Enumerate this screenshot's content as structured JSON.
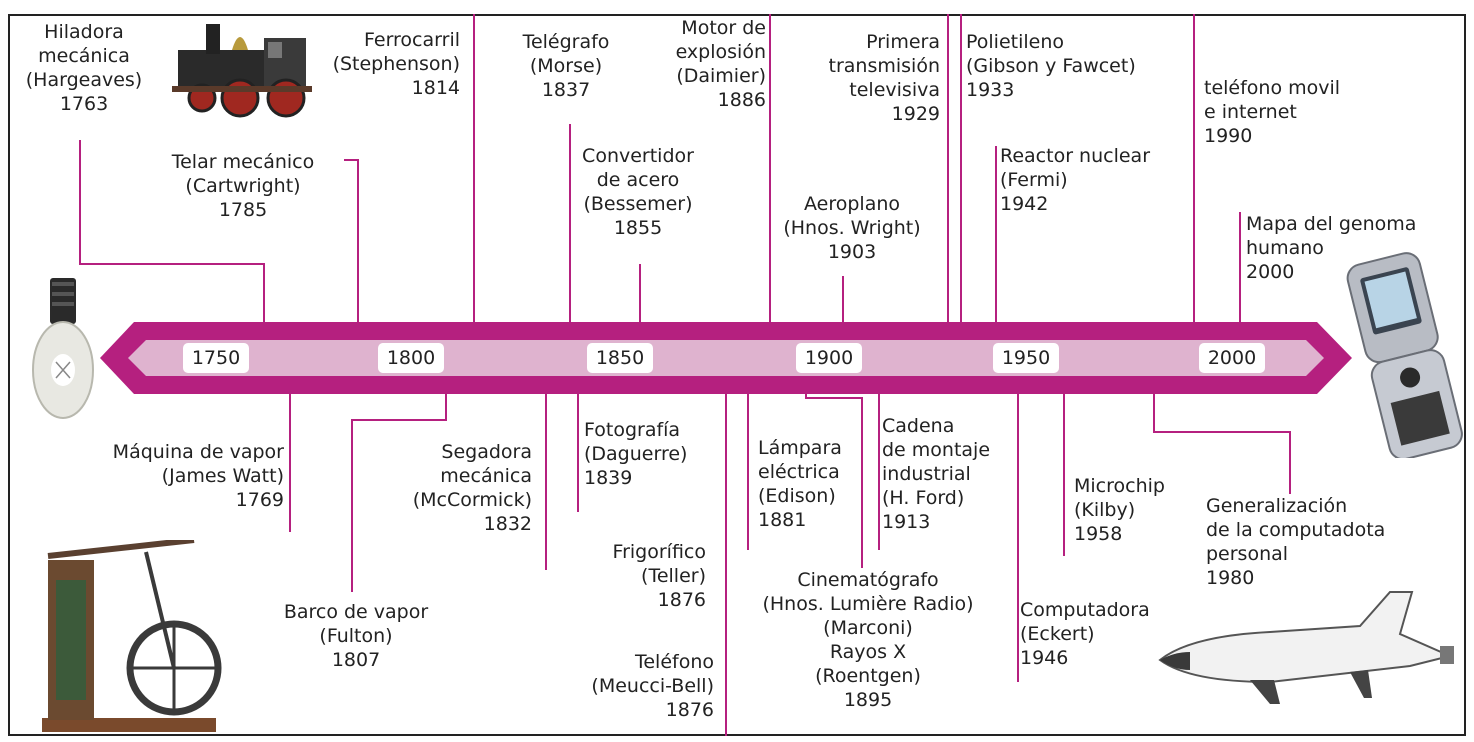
{
  "colors": {
    "band_outer": "#b5207f",
    "band_inner": "#dfb3cf",
    "connector": "#b5207f",
    "frame": "#222222"
  },
  "decades": [
    "1750",
    "1800",
    "1850",
    "1900",
    "1950",
    "2000"
  ],
  "images": {
    "lightbulb": "lightbulb",
    "locomotive": "steam-locomotive",
    "steam_engine": "steam-engine",
    "mobile_phone": "flip-phone",
    "space_shuttle": "space-shuttle"
  },
  "events": [
    {
      "id": "hiladora",
      "lines": [
        "Hiladora",
        "mecánica",
        "(Hargeaves)",
        "1763"
      ]
    },
    {
      "id": "telar",
      "lines": [
        "Telar mecánico",
        "(Cartwright)",
        "1785"
      ]
    },
    {
      "id": "ferrocarril",
      "lines": [
        "Ferrocarril",
        "(Stephenson)",
        "1814"
      ]
    },
    {
      "id": "telegrafo",
      "lines": [
        "Telégrafo",
        "(Morse)",
        "1837"
      ]
    },
    {
      "id": "motor",
      "lines": [
        "Motor de",
        "explosión",
        "(Daimier)",
        "1886"
      ]
    },
    {
      "id": "convertidor",
      "lines": [
        "Convertidor",
        "de acero",
        "(Bessemer)",
        "1855"
      ]
    },
    {
      "id": "television",
      "lines": [
        "Primera",
        "transmisión",
        "televisiva",
        "1929"
      ]
    },
    {
      "id": "polietileno",
      "lines": [
        "Polietileno",
        "(Gibson y Fawcet)",
        "1933"
      ]
    },
    {
      "id": "aeroplano",
      "lines": [
        "Aeroplano",
        "(Hnos. Wright)",
        "1903"
      ]
    },
    {
      "id": "reactor",
      "lines": [
        "Reactor nuclear",
        "(Fermi)",
        "1942"
      ]
    },
    {
      "id": "movil",
      "lines": [
        "teléfono movil",
        "e internet",
        "1990"
      ]
    },
    {
      "id": "genoma",
      "lines": [
        "Mapa del genoma",
        "humano",
        "2000"
      ]
    },
    {
      "id": "maquina",
      "lines": [
        "Máquina de vapor",
        "(James Watt)",
        "1769"
      ]
    },
    {
      "id": "barco",
      "lines": [
        "Barco de vapor",
        "(Fulton)",
        "1807"
      ]
    },
    {
      "id": "segadora",
      "lines": [
        "Segadora",
        "mecánica",
        "(McCormick)",
        "1832"
      ]
    },
    {
      "id": "fotografia",
      "lines": [
        "Fotografía",
        "(Daguerre)",
        "1839"
      ]
    },
    {
      "id": "frigorifico",
      "lines": [
        "Frigorífico",
        "(Teller)",
        "1876"
      ]
    },
    {
      "id": "telefono",
      "lines": [
        "Teléfono",
        "(Meucci-Bell)",
        "1876"
      ]
    },
    {
      "id": "lampara",
      "lines": [
        "Lámpara",
        "eléctrica",
        "(Edison)",
        "1881"
      ]
    },
    {
      "id": "cinematografo",
      "lines": [
        "Cinematógrafo",
        "(Hnos. Lumière Radio)",
        "(Marconi)",
        "Rayos X",
        "(Roentgen)",
        "1895"
      ]
    },
    {
      "id": "cadena",
      "lines": [
        "Cadena",
        "de montaje",
        "industrial",
        "(H. Ford)",
        "1913"
      ]
    },
    {
      "id": "computadora",
      "lines": [
        "Computadora",
        "(Eckert)",
        "1946"
      ]
    },
    {
      "id": "microchip",
      "lines": [
        "Microchip",
        "(Kilby)",
        "1958"
      ]
    },
    {
      "id": "computadora_personal",
      "lines": [
        "Generalización",
        "de la computadota",
        "personal",
        "1980"
      ]
    }
  ]
}
